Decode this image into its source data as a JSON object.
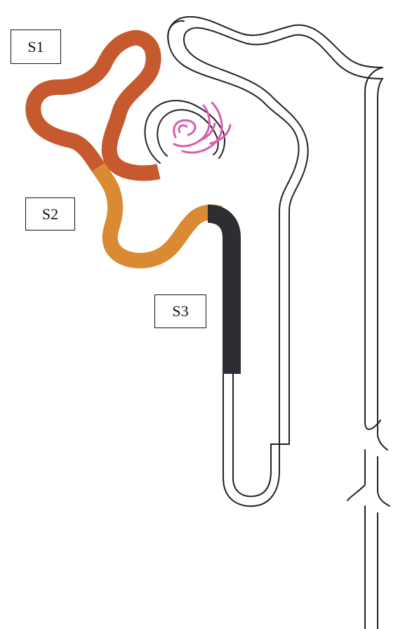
{
  "labels": {
    "s1": "S1",
    "s2": "S2",
    "s3": "S3"
  },
  "colors": {
    "s1": "#c65a2e",
    "s2": "#d98a32",
    "s3": "#2c2e33",
    "glomerulus": "#d85cb0",
    "outline": "#222222",
    "background": "#ffffff"
  }
}
